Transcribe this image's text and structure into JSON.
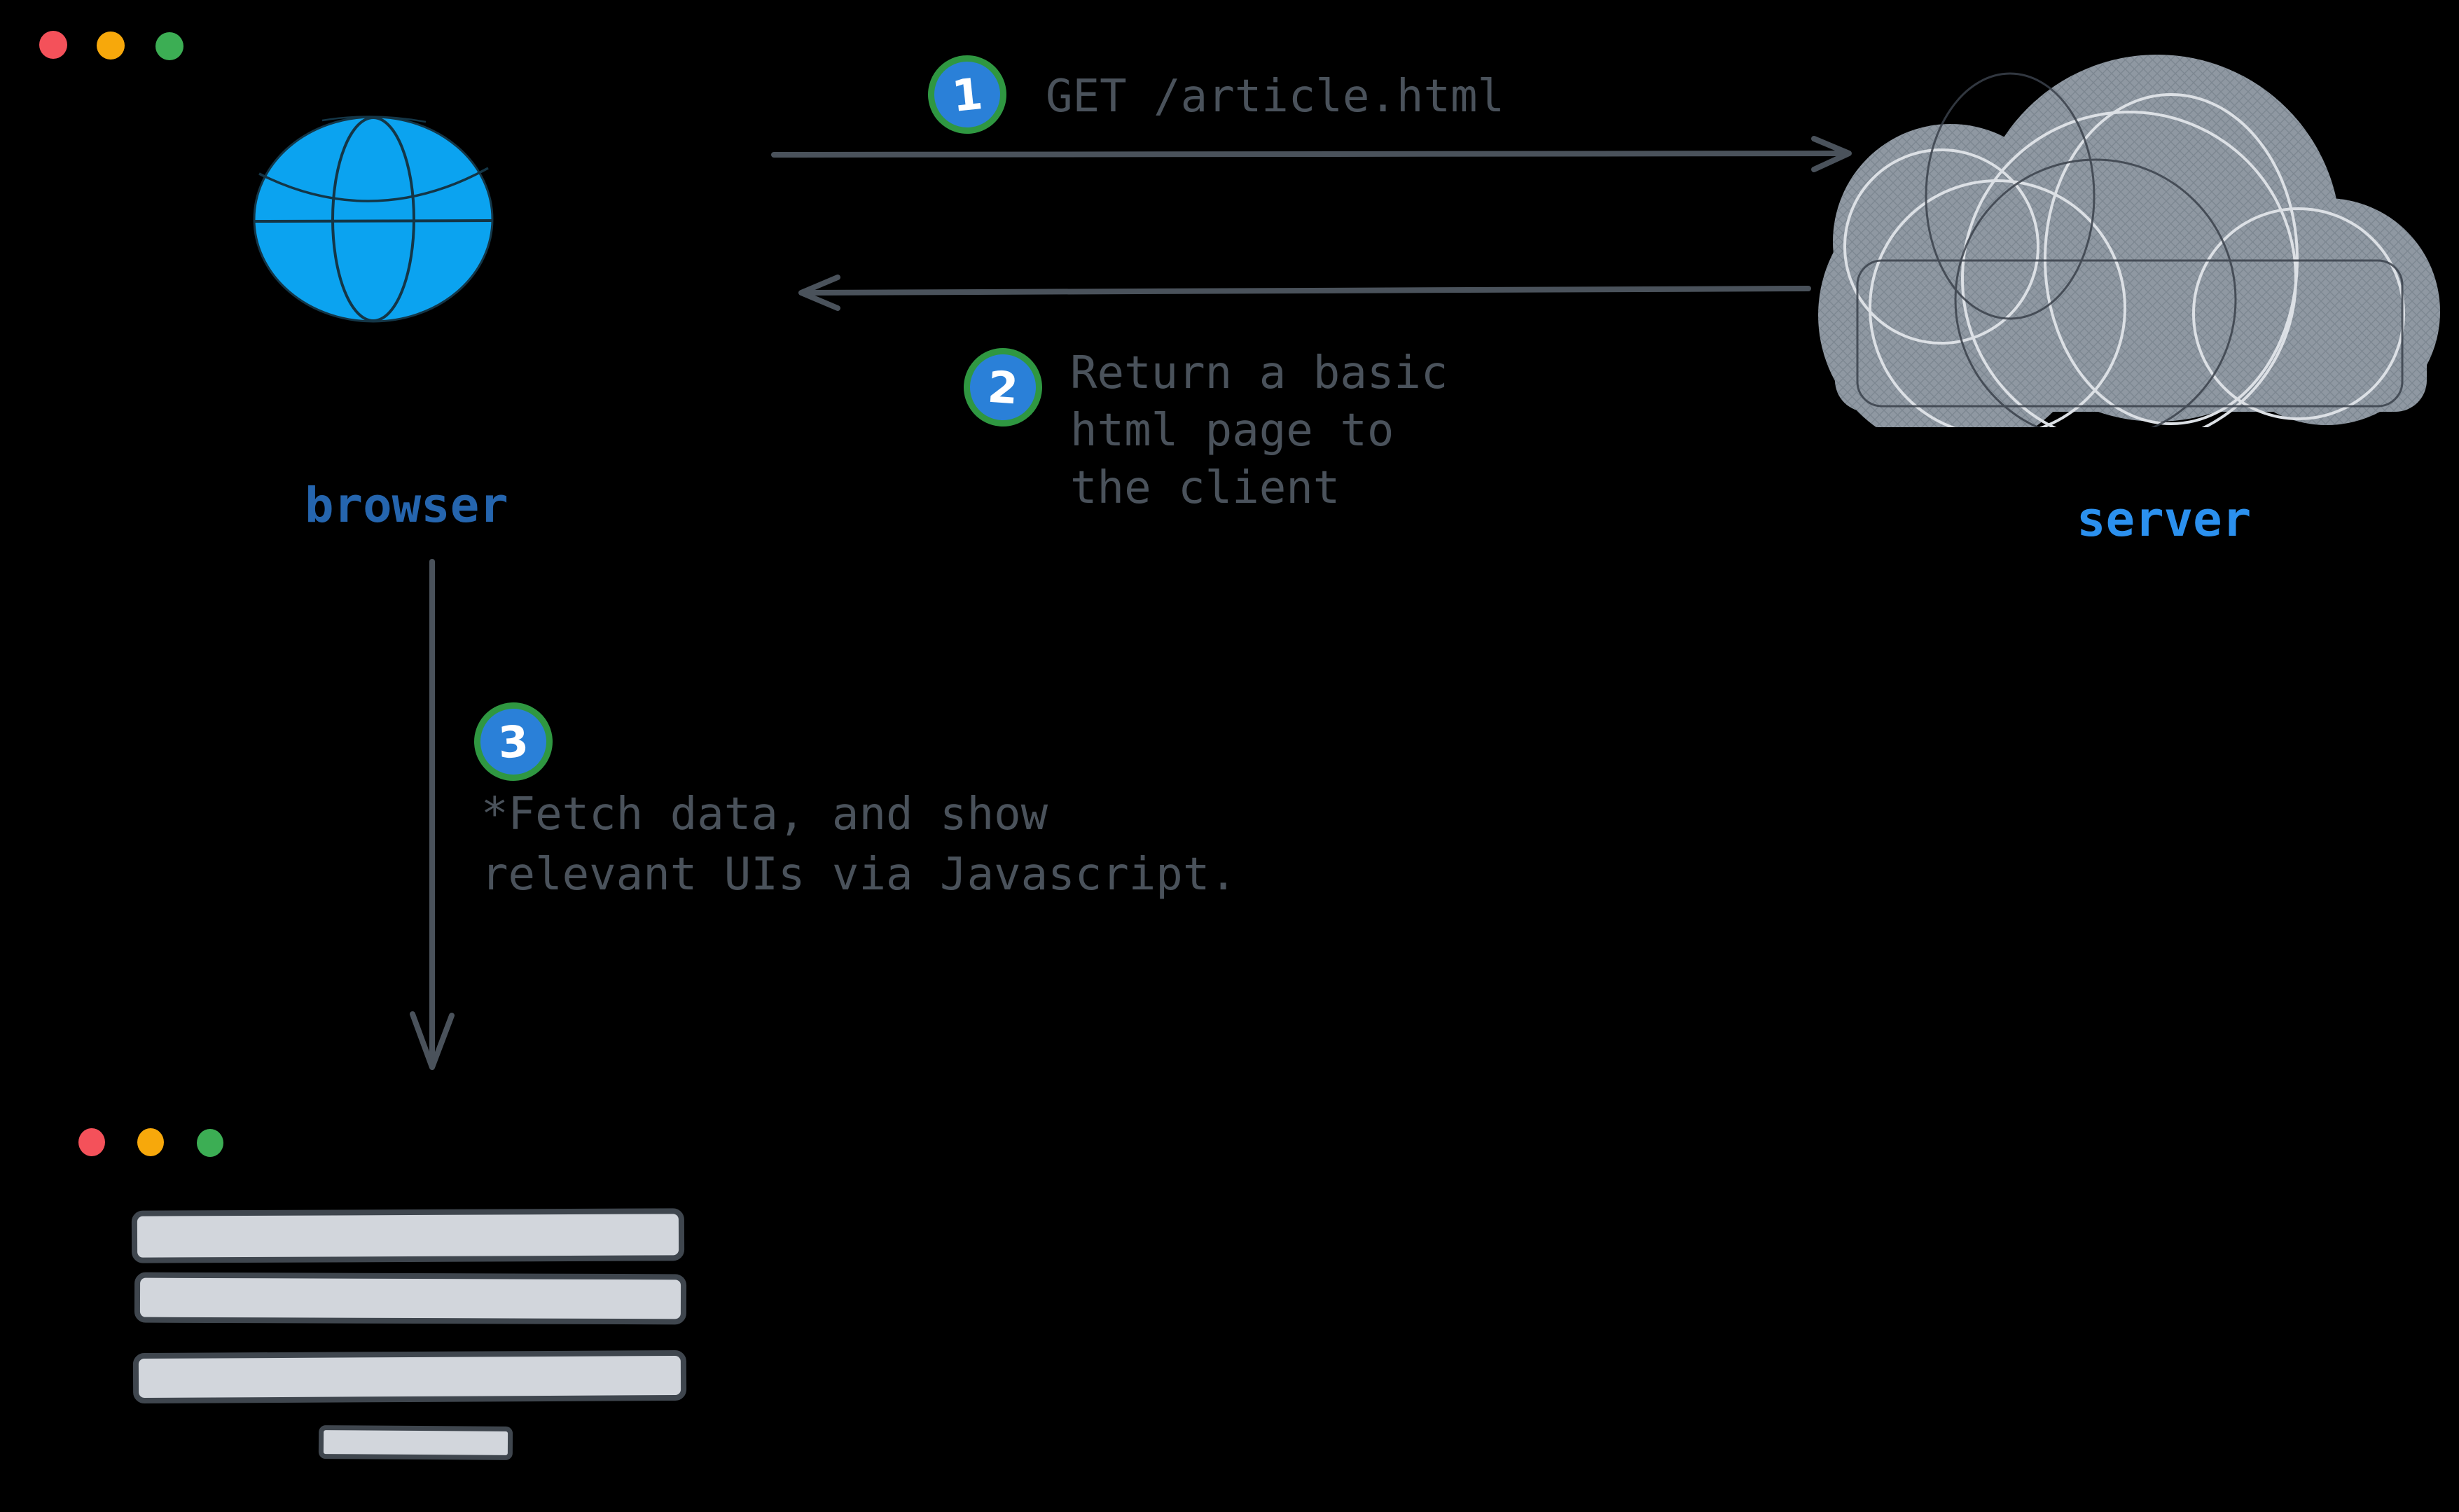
{
  "colors": {
    "bg": "#000000",
    "text_gray": "#4a525b",
    "arrow": "#4a525b",
    "badge_fill": "#2a80d8",
    "badge_ring": "#2f9741",
    "badge_num": "#ffffff",
    "browser_label": "#2565ae",
    "server_label": "#2b90ee",
    "globe_fill": "#0ba3f0",
    "globe_line": "#143647",
    "cloud_base": "#8f98a2",
    "cloud_hatch": "#6e7883",
    "cloud_outline_light": "#dce0e5",
    "cloud_outline_dark": "#3a414b",
    "bar_fill": "#d2d6dc",
    "bar_stroke": "#3f464e",
    "tl_red": "#f4515a",
    "tl_yellow": "#f7a80b",
    "tl_green": "#3cae54"
  },
  "browser": {
    "label": "browser"
  },
  "server": {
    "label": "server"
  },
  "steps": [
    {
      "number": "1",
      "lines": [
        "GET /article.html"
      ]
    },
    {
      "number": "2",
      "lines": [
        "Return a basic",
        "html page to",
        "the client"
      ]
    },
    {
      "number": "3",
      "lines": [
        "*Fetch data, and show",
        "relevant UIs via Javascript."
      ]
    }
  ]
}
